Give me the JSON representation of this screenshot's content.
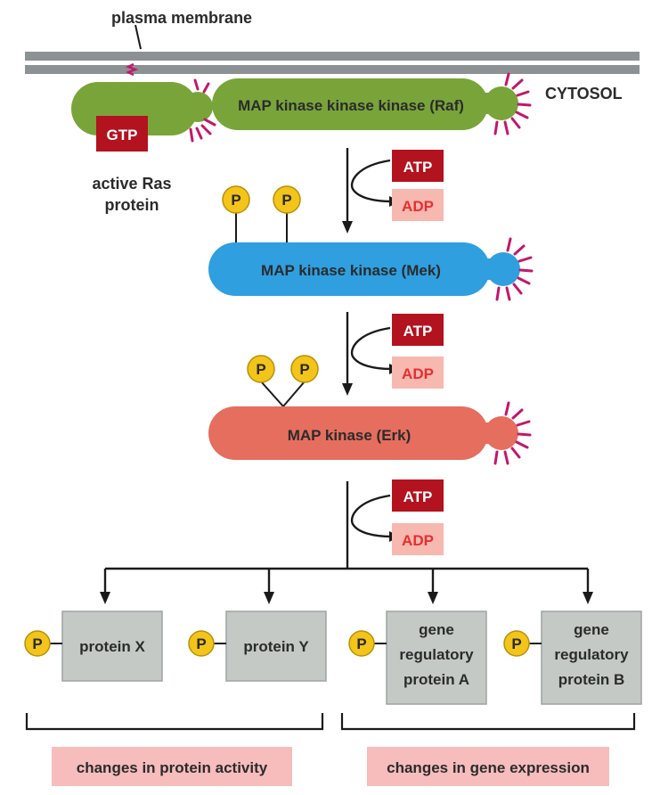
{
  "labels": {
    "plasma_membrane": "plasma membrane",
    "cytosol": "CYTOSOL",
    "active_ras_line1": "active Ras",
    "active_ras_line2": "protein",
    "gtp": "GTP",
    "raf": "MAP kinase kinase kinase (Raf)",
    "mek": "MAP kinase kinase (Mek)",
    "erk": "MAP kinase (Erk)",
    "atp": "ATP",
    "adp": "ADP",
    "phosphate": "P"
  },
  "targets": [
    {
      "lines": [
        "protein X"
      ]
    },
    {
      "lines": [
        "protein Y"
      ]
    },
    {
      "lines": [
        "gene",
        "regulatory",
        "protein A"
      ]
    },
    {
      "lines": [
        "gene",
        "regulatory",
        "protein B"
      ]
    }
  ],
  "outcomes": {
    "protein_activity": "changes in protein activity",
    "gene_expression": "changes in gene expression"
  },
  "colors": {
    "membrane": "#8c9194",
    "ras": "#79a43a",
    "raf": "#79a43a",
    "mek": "#2f9fe0",
    "erk": "#e56e5e",
    "atp_box": "#b3121f",
    "adp_box": "#f7b8b0",
    "phosphate": "#f3c41a",
    "spikes": "#c2186b",
    "target_box": "#c4c9c6",
    "outcome_box": "#f7bcbc"
  }
}
